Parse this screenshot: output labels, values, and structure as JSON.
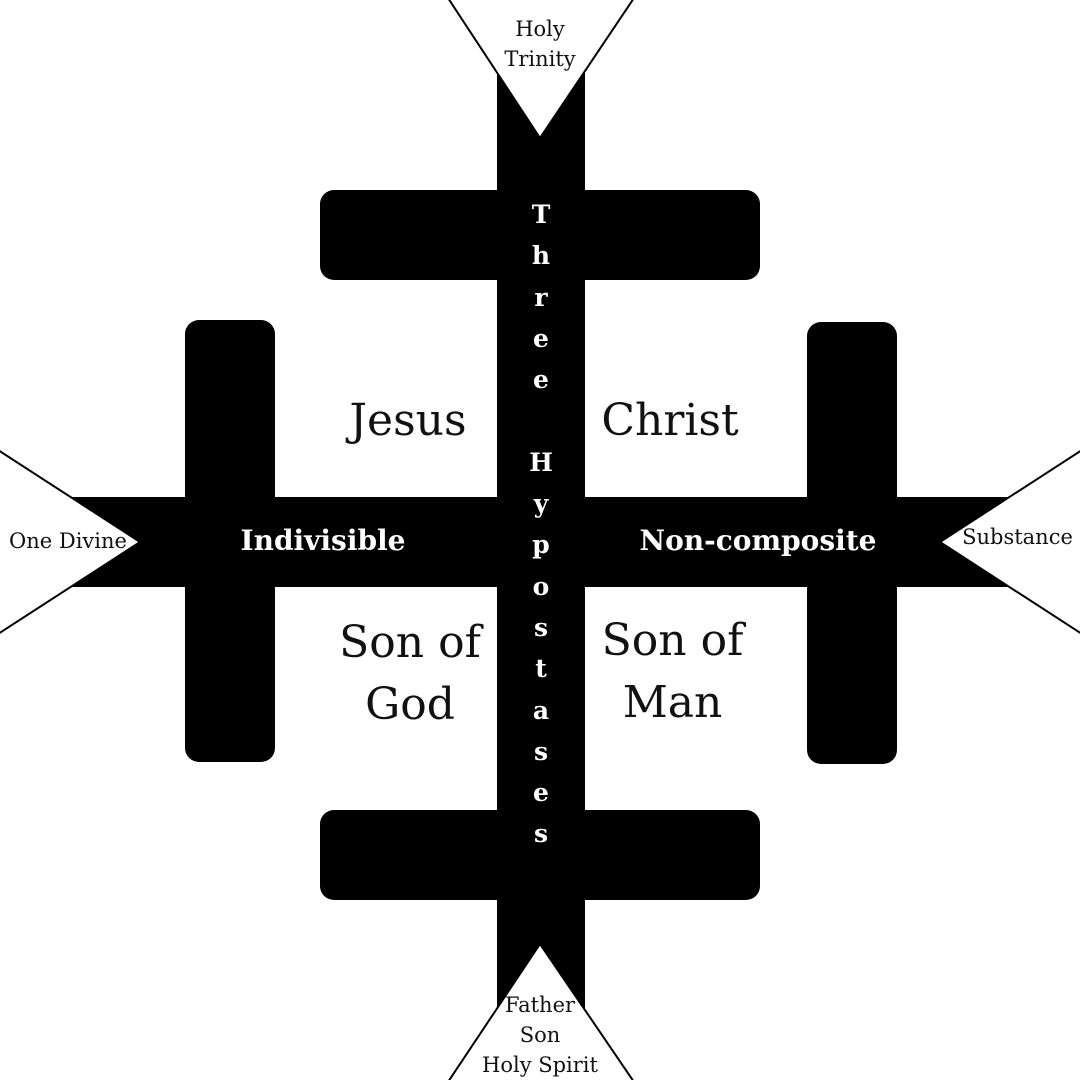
{
  "colors": {
    "shape": "#000000",
    "background": "#ffffff",
    "triangle_fill": "#ffffff",
    "label_on_shape": "#ffffff",
    "label_on_background": "#111111"
  },
  "vertical_label": [
    "T",
    "h",
    "r",
    "e",
    "e",
    "",
    "H",
    "y",
    "p",
    "o",
    "s",
    "t",
    "a",
    "s",
    "e",
    "s"
  ],
  "labels": {
    "top_triangle": [
      "Holy",
      "Trinity"
    ],
    "bottom_triangle": [
      "Father",
      "Son",
      "Holy Spirit"
    ],
    "left_triangle": "One Divine",
    "right_triangle": "Substance",
    "left_bar": "Indivisible",
    "right_bar": "Non-composite",
    "upper_left": "Jesus",
    "upper_right": "Christ",
    "lower_left": [
      "Son of",
      "God"
    ],
    "lower_right": [
      "Son of",
      "Man"
    ]
  }
}
